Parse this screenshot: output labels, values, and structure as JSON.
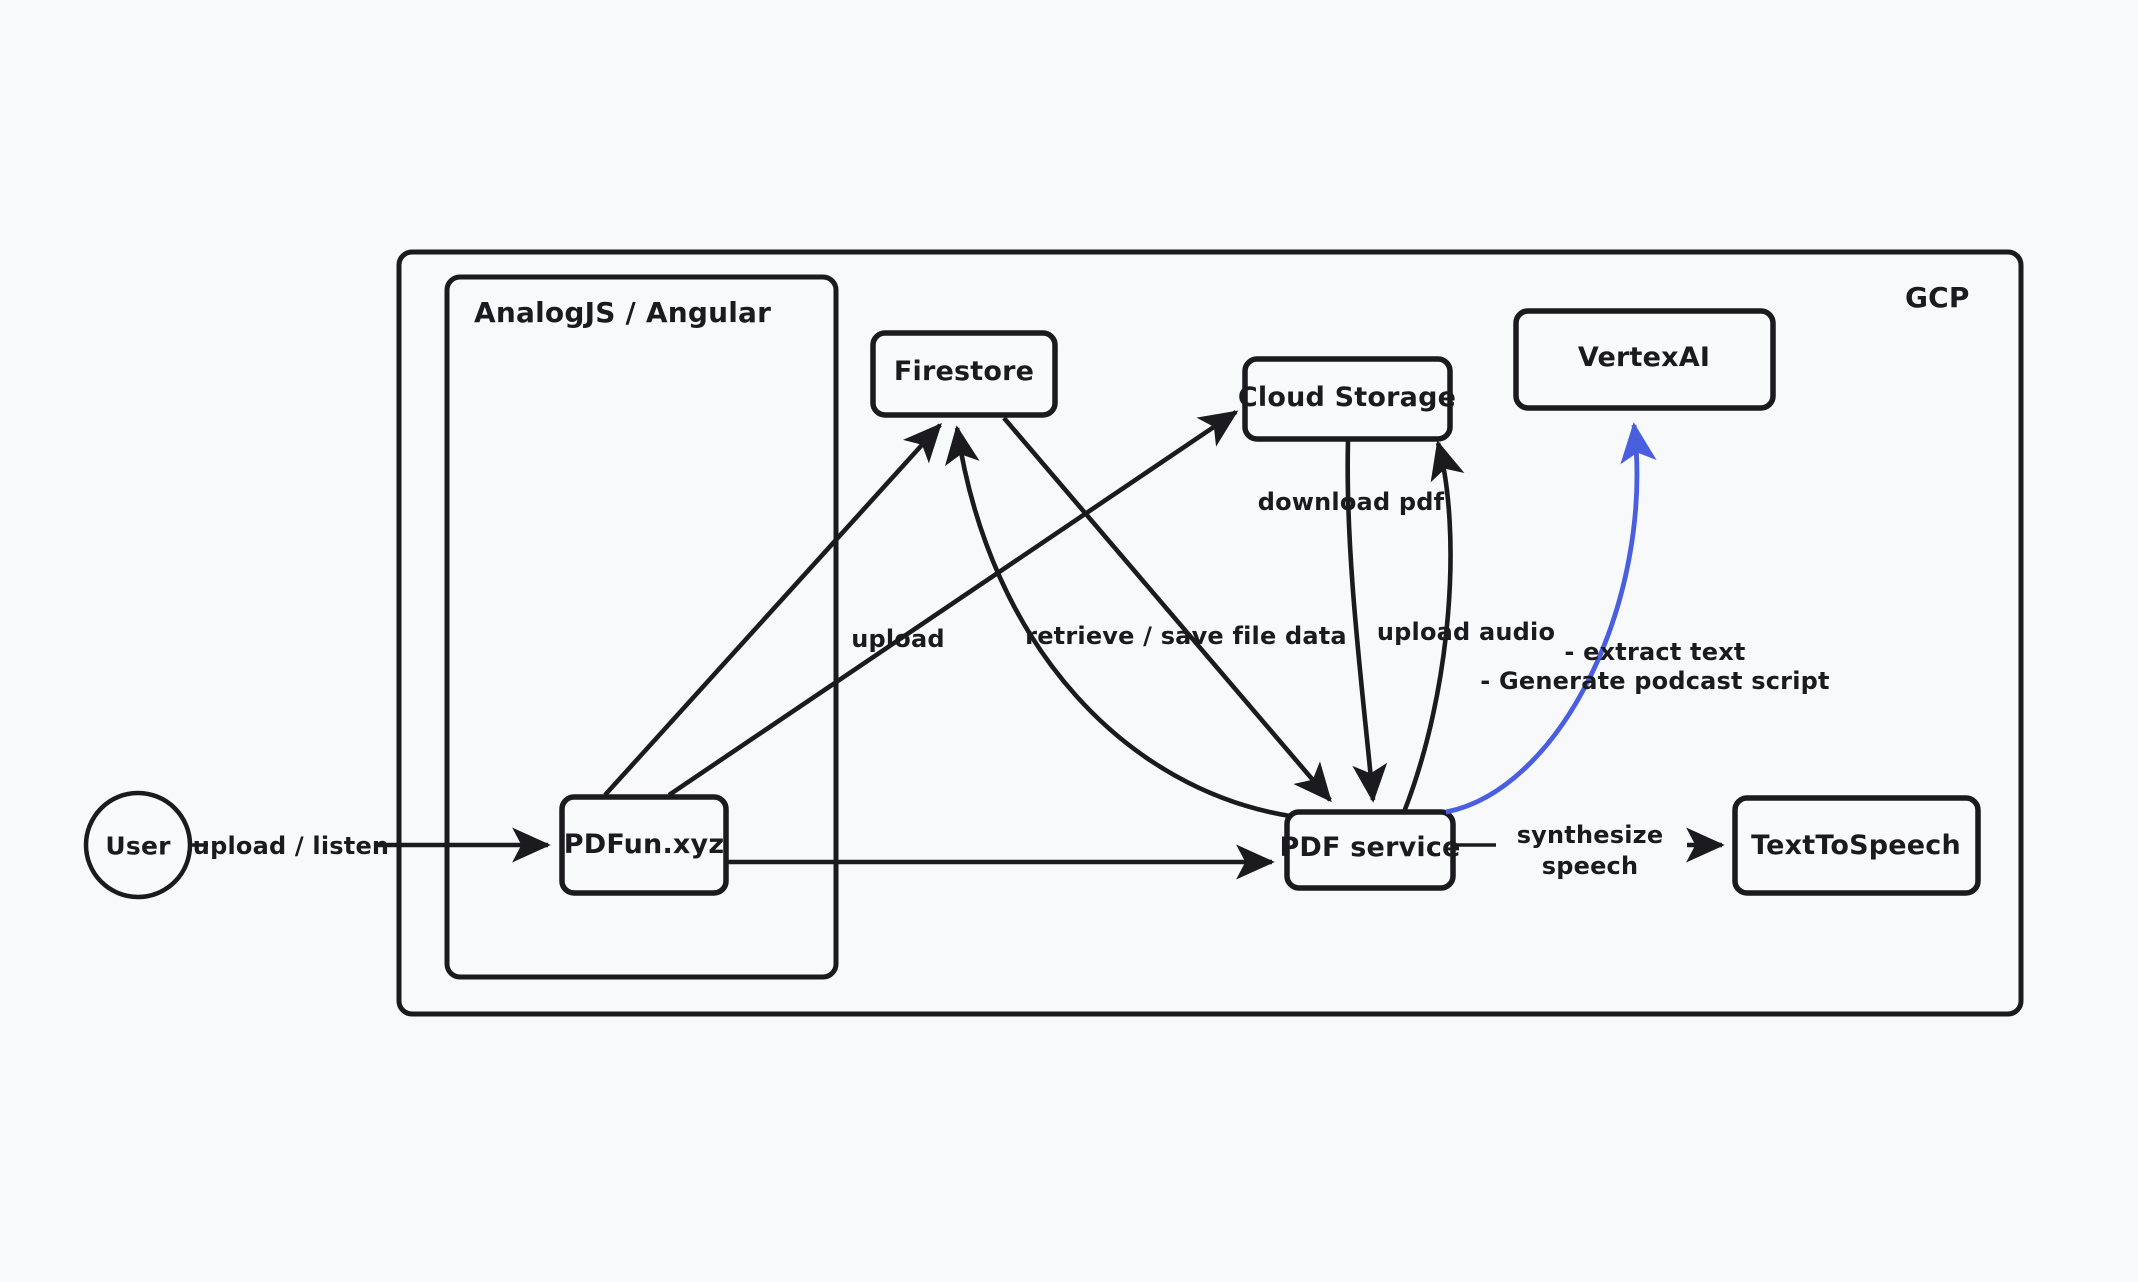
{
  "diagram": {
    "title": "GCP PDF to Podcast architecture",
    "background_color": "#f7f9fb",
    "stroke_color": "#1b1b1f",
    "accent_color": "#4a5fe0"
  },
  "groups": [
    {
      "id": "gcp",
      "label": "GCP"
    },
    {
      "id": "analog",
      "label": "AnalogJS / Angular"
    }
  ],
  "nodes": [
    {
      "id": "user",
      "label": "User",
      "shape": "circle"
    },
    {
      "id": "pdfun",
      "label": "PDFun.xyz",
      "shape": "rounded-rect"
    },
    {
      "id": "firestore",
      "label": "Firestore",
      "shape": "rounded-rect"
    },
    {
      "id": "cloud_storage",
      "label": "Cloud Storage",
      "shape": "rounded-rect"
    },
    {
      "id": "vertexai",
      "label": "VertexAI",
      "shape": "rounded-rect"
    },
    {
      "id": "pdf_service",
      "label": "PDF service",
      "shape": "rounded-rect"
    },
    {
      "id": "texttospeech",
      "label": "TextToSpeech",
      "shape": "rounded-rect"
    }
  ],
  "edges": [
    {
      "id": "e1",
      "from": "user",
      "to": "pdfun",
      "label": "upload / listen",
      "color": "#1b1b1f"
    },
    {
      "id": "e2",
      "from": "pdfun",
      "to": "firestore",
      "label": "",
      "color": "#1b1b1f"
    },
    {
      "id": "e3",
      "from": "pdfun",
      "to": "cloud_storage",
      "label": "upload",
      "color": "#1b1b1f"
    },
    {
      "id": "e4",
      "from": "pdfun",
      "to": "pdf_service",
      "label": "",
      "color": "#1b1b1f"
    },
    {
      "id": "e5",
      "from": "firestore",
      "to": "pdf_service",
      "label": "retrieve / save file data",
      "color": "#1b1b1f"
    },
    {
      "id": "e6",
      "from": "pdf_service",
      "to": "firestore",
      "label": "",
      "color": "#1b1b1f"
    },
    {
      "id": "e7",
      "from": "cloud_storage",
      "to": "pdf_service",
      "label": "download pdf",
      "color": "#1b1b1f"
    },
    {
      "id": "e8",
      "from": "pdf_service",
      "to": "cloud_storage",
      "label": "upload audio",
      "color": "#1b1b1f"
    },
    {
      "id": "e9",
      "from": "pdf_service",
      "to": "vertexai",
      "label": "- extract text\n- Generate podcast script",
      "color": "#4a5fe0"
    },
    {
      "id": "e10",
      "from": "pdf_service",
      "to": "texttospeech",
      "label": "synthesize\nspeech",
      "color": "#1b1b1f"
    }
  ],
  "edge_labels": {
    "upload_listen": "upload / listen",
    "upload": "upload",
    "retrieve_save": "retrieve / save file data",
    "download_pdf": "download pdf",
    "upload_audio": "upload audio",
    "vertex_line1": "- extract text",
    "vertex_line2": "- Generate podcast script",
    "synthesize_line1": "synthesize",
    "synthesize_line2": "speech"
  }
}
